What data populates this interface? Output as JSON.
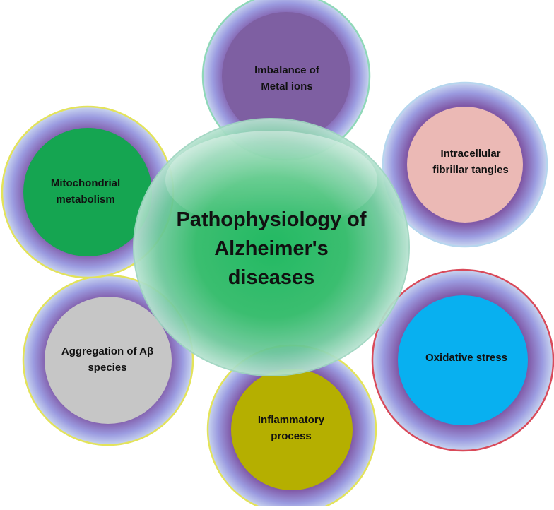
{
  "diagram": {
    "center": {
      "lines": [
        "Pathophysiology of",
        "Alzheimer's",
        "diseases"
      ],
      "color": "#1fb85a"
    },
    "nodes": [
      {
        "id": "metal",
        "lines": [
          "Imbalance of",
          "Metal ions"
        ],
        "inner_color": "#7e5fa2",
        "rim_color": "#8fd8b8"
      },
      {
        "id": "tangles",
        "lines": [
          "Intracellular",
          "fibrillar tangles"
        ],
        "inner_color": "#ebb9b5",
        "rim_color": "#b6d6ee"
      },
      {
        "id": "oxidative",
        "lines": [
          "Oxidative stress"
        ],
        "inner_color": "#08b0f0",
        "rim_color": "#d94a5a"
      },
      {
        "id": "inflammatory",
        "lines": [
          "Inflammatory",
          "process"
        ],
        "inner_color": "#b5af00",
        "rim_color": "#e3e35a"
      },
      {
        "id": "aggregation",
        "lines": [
          "Aggregation of Aβ",
          "species"
        ],
        "inner_color": "#c6c6c6",
        "rim_color": "#e3e35a"
      },
      {
        "id": "mitochondrial",
        "lines": [
          "Mitochondrial",
          "metabolism"
        ],
        "inner_color": "#15a551",
        "rim_color": "#e3e35a"
      }
    ],
    "halo_colors": [
      "#7c7bd9",
      "#8058a6",
      "#b3c7e8"
    ]
  }
}
